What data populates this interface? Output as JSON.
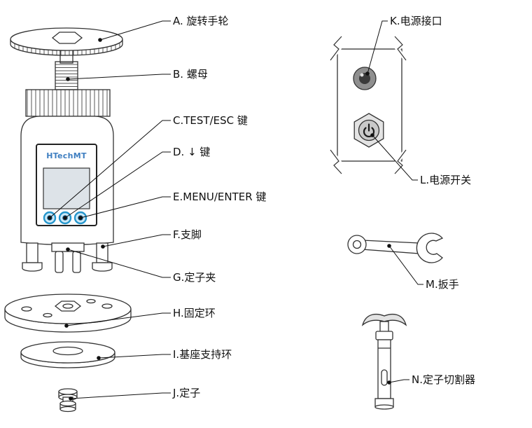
{
  "page": {
    "background": "#ffffff"
  },
  "device": {
    "brand": "HTechMT"
  },
  "labels": {
    "a": "A. 旋转手轮",
    "b": "B. 螺母",
    "c": "C.TEST/ESC 键",
    "d": "D.  ↓ 键",
    "e": "E.MENU/ENTER 键",
    "f": "F.支脚",
    "g": "G.定子夹",
    "h": "H.固定环",
    "i": "I.基座支持环",
    "j": "J.定子",
    "k": "K.电源接口",
    "l": "L.电源开关",
    "m": "M.扳手",
    "n": "N.定子切割器"
  },
  "colors": {
    "line": "#333333",
    "brand_blue": "#3f7fc1",
    "button_ring": "#2596cc",
    "button_center": "#16608c",
    "screen": "#dde3e8",
    "jack_outer": "#8f8f8f",
    "jack_inner": "#3a3a3a"
  }
}
